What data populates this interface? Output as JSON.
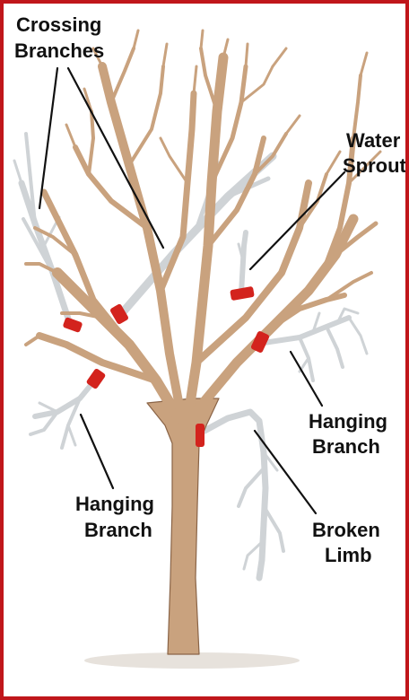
{
  "labels": {
    "crossing_line1": "Crossing",
    "crossing_line2": "Branches",
    "water_line1": "Water",
    "water_line2": "Sprout",
    "hanging_right_line1": "Hanging",
    "hanging_right_line2": "Branch",
    "hanging_left_line1": "Hanging",
    "hanging_left_line2": "Branch",
    "broken_line1": "Broken",
    "broken_line2": "Limb"
  },
  "colors": {
    "frame_border": "#c0161b",
    "trunk": "#c9a27e",
    "trunk_outline": "#8a6447",
    "removed_branch": "#d4d7da",
    "cut_mark": "#d3231d",
    "leader_line": "#111111",
    "label_text": "#111111"
  }
}
